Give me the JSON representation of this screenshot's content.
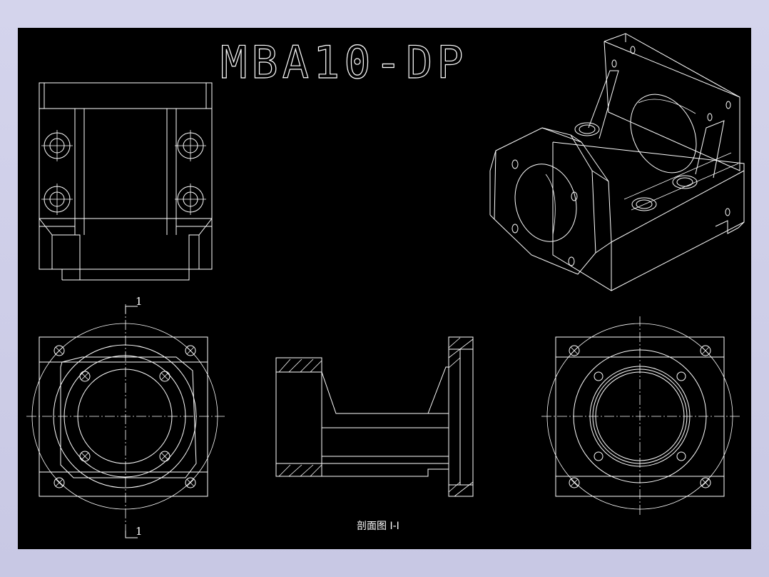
{
  "drawing": {
    "title": "MBA10-DP",
    "section_label": "1",
    "section_caption": "剖面图 I-I",
    "colors": {
      "frame": "#cdcde8",
      "canvas": "#000000",
      "lines": "#ffffff"
    }
  }
}
